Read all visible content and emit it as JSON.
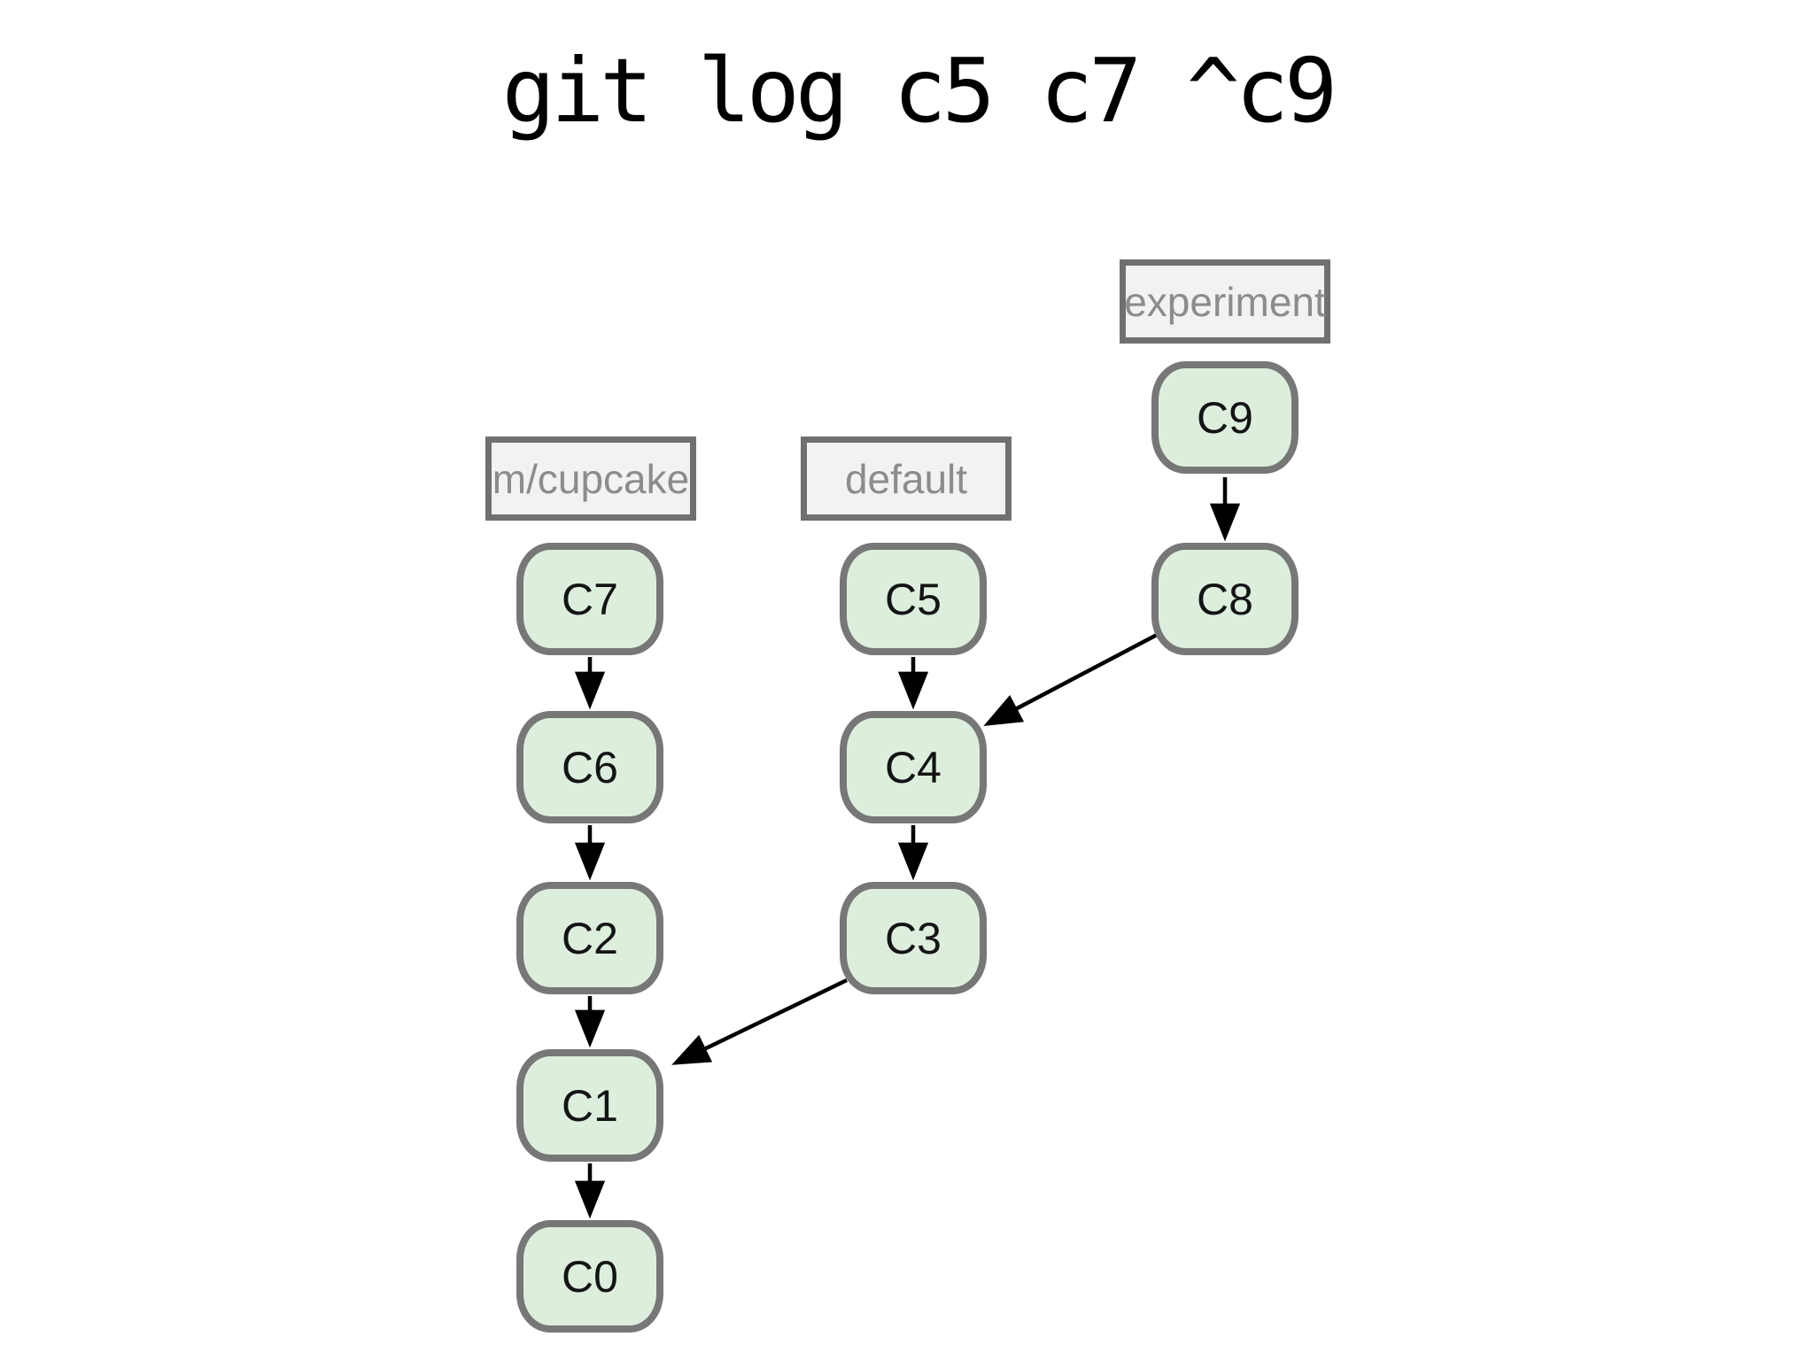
{
  "title": "git log c5 c7 ^c9",
  "branch_labels": [
    {
      "text": "m/cupcake"
    },
    {
      "text": "default"
    },
    {
      "text": "experiment"
    }
  ],
  "commits": [
    {
      "label": "C0"
    },
    {
      "label": "C1"
    },
    {
      "label": "C2"
    },
    {
      "label": "C3"
    },
    {
      "label": "C4"
    },
    {
      "label": "C5"
    },
    {
      "label": "C6"
    },
    {
      "label": "C7"
    },
    {
      "label": "C8"
    },
    {
      "label": "C9"
    }
  ],
  "edges": [
    {
      "from": "C9",
      "to": "C8"
    },
    {
      "from": "C8",
      "to": "C4"
    },
    {
      "from": "C7",
      "to": "C6"
    },
    {
      "from": "C6",
      "to": "C2"
    },
    {
      "from": "C2",
      "to": "C1"
    },
    {
      "from": "C1",
      "to": "C0"
    },
    {
      "from": "C5",
      "to": "C4"
    },
    {
      "from": "C4",
      "to": "C3"
    },
    {
      "from": "C3",
      "to": "C1"
    }
  ],
  "colors": {
    "background": "#ffffff",
    "title_text": "#000000",
    "node_fill": "#ddeedd",
    "node_border": "#777777",
    "node_text": "#141414",
    "label_fill": "#f2f2f2",
    "label_border": "#707070",
    "label_text": "#8c8c8c",
    "arrow": "#000000"
  }
}
